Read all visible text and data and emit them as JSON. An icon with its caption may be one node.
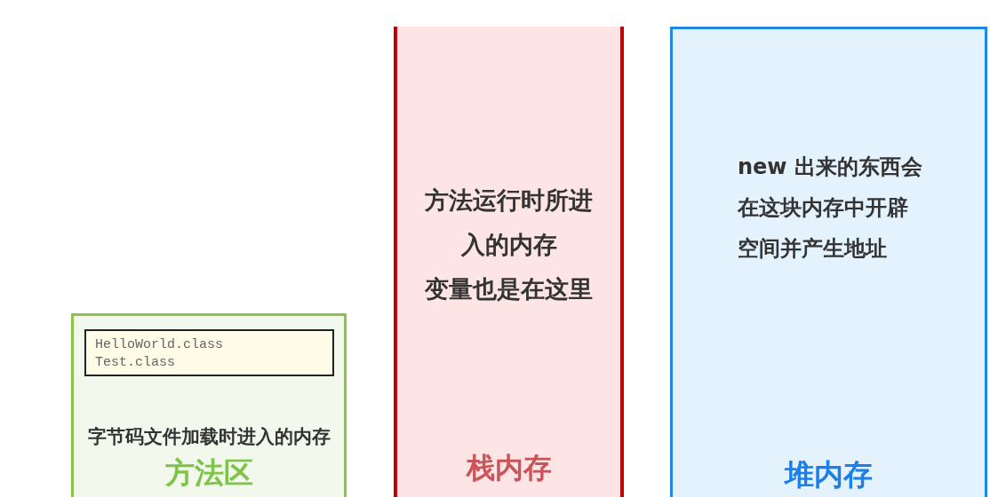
{
  "diagram": {
    "nodes": [
      {
        "text": [
          "字节码文件加载时进入的内存",
          "方法区"
        ]
      },
      {
        "text": [
          "HelloWorld.class",
          "Test.class"
        ],
        "in": 0
      },
      {
        "text": [
          "方法运行时所进入的内存",
          "变量也是在这里",
          "栈内存"
        ]
      },
      {
        "text": [
          "new 出来的东西会在这块内存中开辟空间并产生地址",
          "堆内存"
        ]
      }
    ]
  }
}
